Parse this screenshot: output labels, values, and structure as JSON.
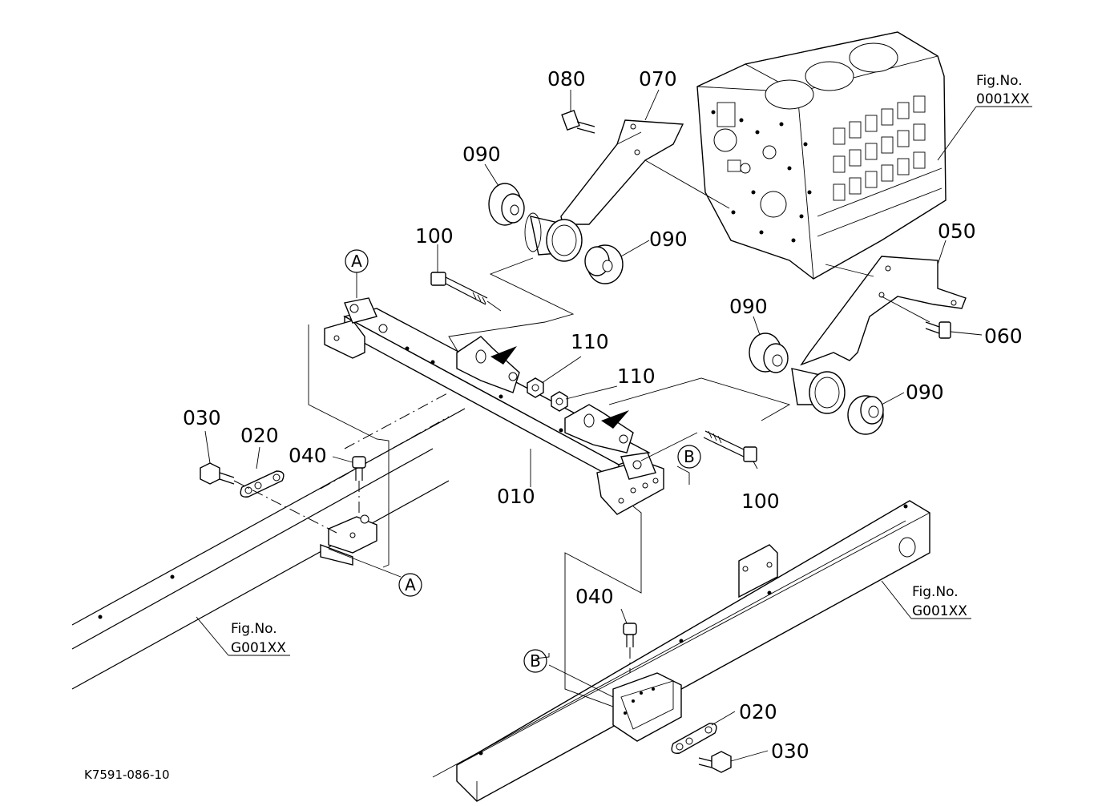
{
  "diagram": {
    "drawing_code": "K7591-086-10",
    "part_labels": {
      "p010": "010",
      "p020a": "020",
      "p020b": "020",
      "p030a": "030",
      "p030b": "030",
      "p040a": "040",
      "p040b": "040",
      "p050": "050",
      "p060": "060",
      "p070": "070",
      "p080": "080",
      "p090a": "090",
      "p090b": "090",
      "p090c": "090",
      "p090d": "090",
      "p100a": "100",
      "p100b": "100",
      "p110a": "110",
      "p110b": "110"
    },
    "fig_refs": {
      "engine": {
        "title": "Fig.No.",
        "code": "0001XX"
      },
      "frame_left": {
        "title": "Fig.No.",
        "code": "G001XX"
      },
      "frame_right": {
        "title": "Fig.No.",
        "code": "G001XX"
      }
    },
    "connectors": {
      "a1": "A",
      "a2": "A",
      "b1": "B",
      "b2": "B"
    }
  }
}
